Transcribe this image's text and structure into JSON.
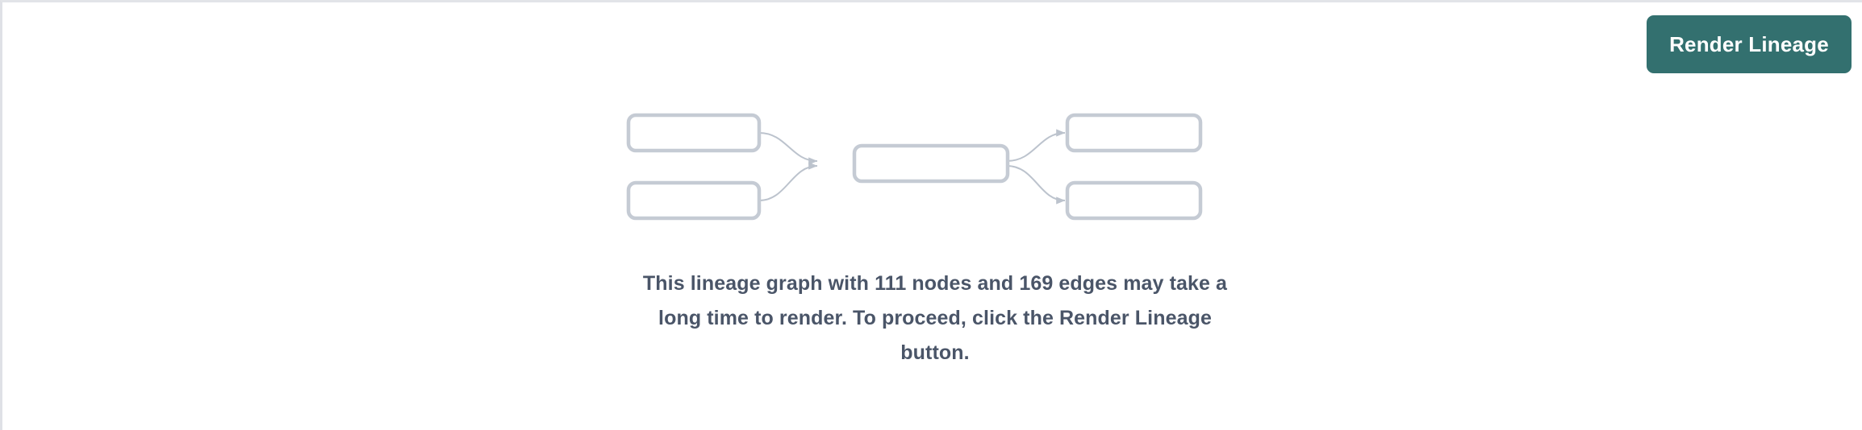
{
  "page": {
    "background_color": "#ffffff",
    "border_color": "#e2e4e8"
  },
  "toolbar": {
    "render_button_label": "Render Lineage",
    "render_button_color": "#33706f",
    "render_button_text_color": "#ffffff"
  },
  "graph_placeholder": {
    "node_border_color": "#c5cbd4",
    "edge_color": "#bcc3cd",
    "nodes": [
      {
        "id": "upstream-1",
        "label": ""
      },
      {
        "id": "upstream-2",
        "label": ""
      },
      {
        "id": "focus",
        "label": ""
      },
      {
        "id": "downstream-1",
        "label": ""
      },
      {
        "id": "downstream-2",
        "label": ""
      }
    ],
    "edges": [
      {
        "from": "upstream-1",
        "to": "focus"
      },
      {
        "from": "upstream-2",
        "to": "focus"
      },
      {
        "from": "focus",
        "to": "downstream-1"
      },
      {
        "from": "focus",
        "to": "downstream-2"
      }
    ]
  },
  "message": {
    "text": "This lineage graph with 111 nodes and 169 edges may take a long time to render. To proceed, click the Render Lineage button.",
    "node_count": 111,
    "edge_count": 169,
    "text_color": "#4a5568"
  }
}
